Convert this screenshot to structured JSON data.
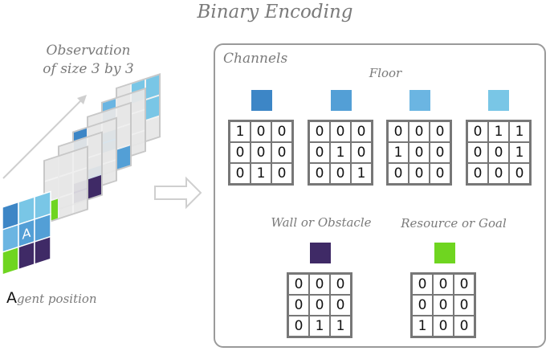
{
  "title": "Binary Encoding",
  "observation_label": [
    "Observation",
    "of size 3 by 3"
  ],
  "agent_letter": "A",
  "agent_label_rest": "gent position",
  "agent_cell_letter": "A",
  "channels_label": "Channels",
  "floor_label": "Floor",
  "wall_label": "Wall or Obstacle",
  "resource_label": "Resource or Goal",
  "colors": {
    "floor_1": "#3d86c6",
    "floor_2": "#539fd6",
    "floor_3": "#6bb5e2",
    "floor_4": "#79c6e6",
    "wall": "#3f2a66",
    "resource": "#6fd520",
    "frame": "#9a9a9a",
    "text": "#7a7a7a"
  },
  "grids": {
    "floor_1": [
      [
        "1",
        "0",
        "0"
      ],
      [
        "0",
        "0",
        "0"
      ],
      [
        "0",
        "1",
        "0"
      ]
    ],
    "floor_2": [
      [
        "0",
        "0",
        "0"
      ],
      [
        "0",
        "1",
        "0"
      ],
      [
        "0",
        "0",
        "1"
      ]
    ],
    "floor_3": [
      [
        "0",
        "0",
        "0"
      ],
      [
        "1",
        "0",
        "0"
      ],
      [
        "0",
        "0",
        "0"
      ]
    ],
    "floor_4": [
      [
        "0",
        "1",
        "1"
      ],
      [
        "0",
        "0",
        "1"
      ],
      [
        "0",
        "0",
        "0"
      ]
    ],
    "wall": [
      [
        "0",
        "0",
        "0"
      ],
      [
        "0",
        "0",
        "0"
      ],
      [
        "0",
        "1",
        "1"
      ]
    ],
    "resource": [
      [
        "0",
        "0",
        "0"
      ],
      [
        "0",
        "0",
        "0"
      ],
      [
        "1",
        "0",
        "0"
      ]
    ]
  }
}
